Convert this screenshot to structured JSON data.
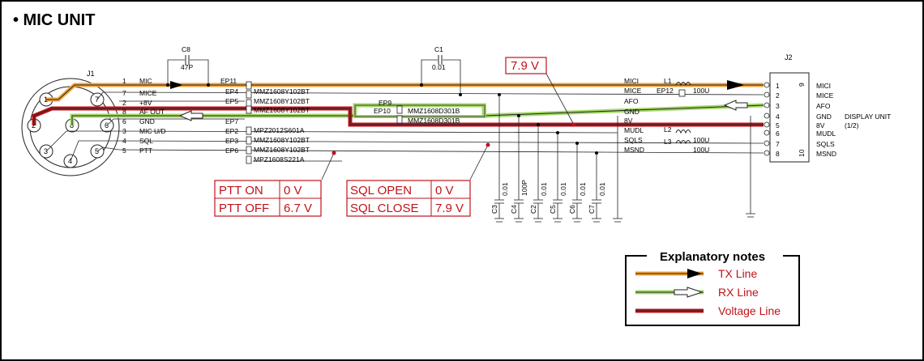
{
  "title": "• MIC UNIT",
  "colors": {
    "tx": "#f0a23a",
    "rx": "#a6d96a",
    "voltage": "#c0121a",
    "line": "#1a1a1a",
    "callout": "#c0121a"
  },
  "j1": {
    "name": "J1",
    "pins": [
      {
        "num": "1",
        "label": "MIC"
      },
      {
        "num": "7",
        "label": "MICE"
      },
      {
        "num": "2",
        "label": "+8V"
      },
      {
        "num": "8",
        "label": "AF OUT"
      },
      {
        "num": "6",
        "label": "GND"
      },
      {
        "num": "3",
        "label": "MIC U/D"
      },
      {
        "num": "4",
        "label": "SQL"
      },
      {
        "num": "5",
        "label": "PTT"
      }
    ]
  },
  "connector_pins": [
    "1",
    "7",
    "2",
    "8",
    "6",
    "3",
    "4",
    "5"
  ],
  "parts": {
    "c8_name": "C8",
    "c8_value": "47P",
    "c1_name": "C1",
    "c1_value": "0.01",
    "eps_left": [
      "EP11",
      "EP4",
      "EP5",
      "EP7",
      "EP2",
      "EP3",
      "EP6"
    ],
    "beads": [
      "MMZ1608Y102BT",
      "MMZ1608Y102BT",
      "MMZ1608Y102BT",
      "MPZ2012S601A",
      "MMZ1608Y102BT",
      "MMZ1608Y102BT",
      "MPZ1608S221A"
    ],
    "ep9": "EP9",
    "ep10": "EP10",
    "ep12": "EP12",
    "ep9_bead": "MMZ1608D301B",
    "ep10_bead": "MMZ1608D301B",
    "l1": "L1",
    "l2": "L2",
    "l3": "L3",
    "l1_value": "100U",
    "l2_value": "100U",
    "l3_value": "100U",
    "caps": [
      {
        "name": "C3",
        "value": "0.01"
      },
      {
        "name": "C4",
        "value": "100P"
      },
      {
        "name": "C2",
        "value": "0.01"
      },
      {
        "name": "C5",
        "value": "0.01"
      },
      {
        "name": "C6",
        "value": "0.01"
      },
      {
        "name": "C7",
        "value": "0.01"
      }
    ]
  },
  "mid_labels": [
    "MICI",
    "MICE",
    "AFO",
    "GND",
    "8V",
    "MUDL",
    "SQLS",
    "MSND"
  ],
  "j2": {
    "name": "J2",
    "pins": [
      {
        "num": "1",
        "label": "MICI"
      },
      {
        "num": "2",
        "label": "MICE"
      },
      {
        "num": "3",
        "label": "AFO"
      },
      {
        "num": "4",
        "label": "GND"
      },
      {
        "num": "5",
        "label": "8V"
      },
      {
        "num": "6",
        "label": "MUDL"
      },
      {
        "num": "7",
        "label": "SQLS"
      },
      {
        "num": "8",
        "label": "MSND"
      }
    ],
    "corner_top": "9",
    "corner_bottom": "10",
    "target": "DISPLAY UNIT",
    "target_sub": "(1/2)"
  },
  "callouts": {
    "voltage_8v": "7.9 V",
    "ptt": {
      "on_label": "PTT ON",
      "on_value": "0 V",
      "off_label": "PTT OFF",
      "off_value": "6.7 V"
    },
    "sql": {
      "open_label": "SQL OPEN",
      "open_value": "0 V",
      "close_label": "SQL CLOSE",
      "close_value": "7.9 V"
    }
  },
  "legend": {
    "title": "Explanatory notes",
    "items": [
      "TX Line",
      "RX Line",
      "Voltage Line"
    ]
  }
}
